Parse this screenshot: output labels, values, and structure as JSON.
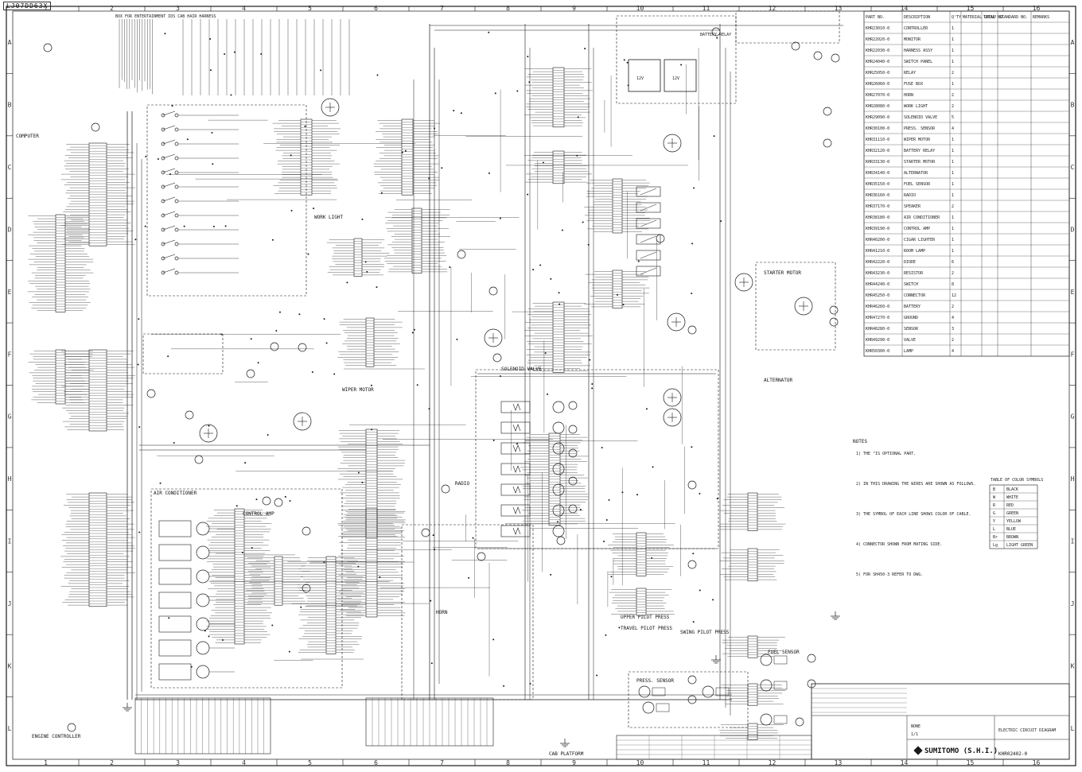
{
  "header": {
    "stamp": "LJ07DD63X",
    "top_note": "BOX FOR ENTERTAINMENT IDS CAB HAIR HARNESS"
  },
  "grid": {
    "columns": [
      "1",
      "2",
      "3",
      "4",
      "5",
      "6",
      "7",
      "8",
      "9",
      "10",
      "11",
      "12",
      "13",
      "14",
      "15",
      "16"
    ],
    "rows": [
      "A",
      "B",
      "C",
      "D",
      "E",
      "F",
      "G",
      "H",
      "I",
      "J",
      "K",
      "L"
    ]
  },
  "blocks": {
    "computer": "COMPUTER",
    "engine_controller": "ENGINE CONTROLLER",
    "air_conditioner": "AIR CONDITIONER",
    "control_amp": "CONTROL AMP",
    "wiper_motor": "WIPER MOTOR",
    "starter_motor": "STARTER MOTOR",
    "battery_relay": "BATTERY RELAY",
    "fuel_sensor": "FUEL SENSOR",
    "press_sensor": "PRESS. SENSOR",
    "upper_pilot_press": "UPPER PILOT PRESS",
    "travel_pilot_press": "TRAVEL PILOT PRESS",
    "swing_pilot_press": "SWING PILOT PRESS",
    "alternator": "ALTERNATOR",
    "cab_platform": "CAB PLATFORM",
    "horn": "HORN",
    "radio": "RADIO",
    "work_light": "WORK LIGHT",
    "solenoid_valve": "SOLENOID VALVE",
    "battery_v": "12V"
  },
  "parts_table": {
    "headers": [
      "PART NO.",
      "DESCRIPTION",
      "Q'TY",
      "MATERIAL GROUP",
      "TOTAL NO.",
      "STANDARD NO.",
      "REMARKS"
    ],
    "rows": [
      [
        "KHR23010-0",
        "CONTROLLER",
        "1",
        "",
        "",
        "",
        ""
      ],
      [
        "KHR22020-0",
        "MONITOR",
        "1",
        "",
        "",
        "",
        ""
      ],
      [
        "KHR22030-0",
        "HARNESS ASSY",
        "1",
        "",
        "",
        "",
        ""
      ],
      [
        "KHR24040-0",
        "SWITCH PANEL",
        "1",
        "",
        "",
        "",
        ""
      ],
      [
        "KHR25050-0",
        "RELAY",
        "2",
        "",
        "",
        "",
        ""
      ],
      [
        "KHR26060-0",
        "FUSE BOX",
        "1",
        "",
        "",
        "",
        ""
      ],
      [
        "KHR27070-0",
        "HORN",
        "2",
        "",
        "",
        "",
        ""
      ],
      [
        "KHR28080-0",
        "WORK LIGHT",
        "2",
        "",
        "",
        "",
        ""
      ],
      [
        "KHR29090-0",
        "SOLENOID VALVE",
        "5",
        "",
        "",
        "",
        ""
      ],
      [
        "KHR30100-0",
        "PRESS. SENSOR",
        "4",
        "",
        "",
        "",
        ""
      ],
      [
        "KHR31110-0",
        "WIPER MOTOR",
        "1",
        "",
        "",
        "",
        ""
      ],
      [
        "KHR32120-0",
        "BATTERY RELAY",
        "1",
        "",
        "",
        "",
        ""
      ],
      [
        "KHR33130-0",
        "STARTER MOTOR",
        "1",
        "",
        "",
        "",
        ""
      ],
      [
        "KHR34140-0",
        "ALTERNATOR",
        "1",
        "",
        "",
        "",
        ""
      ],
      [
        "KHR35150-0",
        "FUEL SENSOR",
        "1",
        "",
        "",
        "",
        ""
      ],
      [
        "KHR36160-0",
        "RADIO",
        "1",
        "",
        "",
        "",
        ""
      ],
      [
        "KHR37170-0",
        "SPEAKER",
        "2",
        "",
        "",
        "",
        ""
      ],
      [
        "KHR38180-0",
        "AIR CONDITIONER",
        "1",
        "",
        "",
        "",
        ""
      ],
      [
        "KHR39190-0",
        "CONTROL AMP",
        "1",
        "",
        "",
        "",
        ""
      ],
      [
        "KHR40200-0",
        "CIGAR LIGHTER",
        "1",
        "",
        "",
        "",
        ""
      ],
      [
        "KHR41210-0",
        "ROOM LAMP",
        "1",
        "",
        "",
        "",
        ""
      ],
      [
        "KHR42220-0",
        "DIODE",
        "6",
        "",
        "",
        "",
        ""
      ],
      [
        "KHR43230-0",
        "RESISTOR",
        "2",
        "",
        "",
        "",
        ""
      ],
      [
        "KHR44240-0",
        "SWITCH",
        "8",
        "",
        "",
        "",
        ""
      ],
      [
        "KHR45250-0",
        "CONNECTOR",
        "12",
        "",
        "",
        "",
        ""
      ],
      [
        "KHR46260-0",
        "BATTERY",
        "2",
        "",
        "",
        "",
        ""
      ],
      [
        "KHR47270-0",
        "GROUND",
        "4",
        "",
        "",
        "",
        ""
      ],
      [
        "KHR48280-0",
        "SENSOR",
        "3",
        "",
        "",
        "",
        ""
      ],
      [
        "KHR49290-0",
        "VALVE",
        "2",
        "",
        "",
        "",
        ""
      ],
      [
        "KHR50300-0",
        "LAMP",
        "4",
        "",
        "",
        "",
        ""
      ]
    ]
  },
  "notes": {
    "title": "NOTES",
    "lines": [
      "1) THE \"IS OPTIONAL PART.",
      "2) IN THIS DRAWING THE WIRES ARE SHOWN AS FOLLOWS.",
      "3) THE SYMBOL OF EACH LINE SHOWS COLOR OF CABLE.",
      "4) CONNECTOR SHOWN FROM MATING SIDE.",
      "5) FOR SH450-3 REFER TO DWG."
    ]
  },
  "color_codes": {
    "title": "TABLE OF COLOR SYMBOLS",
    "rows": [
      [
        "B",
        "BLACK"
      ],
      [
        "W",
        "WHITE"
      ],
      [
        "R",
        "RED"
      ],
      [
        "G",
        "GREEN"
      ],
      [
        "Y",
        "YELLOW"
      ],
      [
        "L",
        "BLUE"
      ],
      [
        "Br",
        "BROWN"
      ],
      [
        "Lg",
        "LIGHT GREEN"
      ]
    ]
  },
  "title_block": {
    "company": "SUMITOMO (S.H.I.)",
    "title": "ELECTRIC CIRCUIT DIAGRAM",
    "drawing_no": "KHR02402-0",
    "scale": "NONE",
    "sheet": "1/1"
  },
  "colors": {
    "line": "#1a1a1a",
    "paper": "#ffffff",
    "frame": "#222222"
  }
}
